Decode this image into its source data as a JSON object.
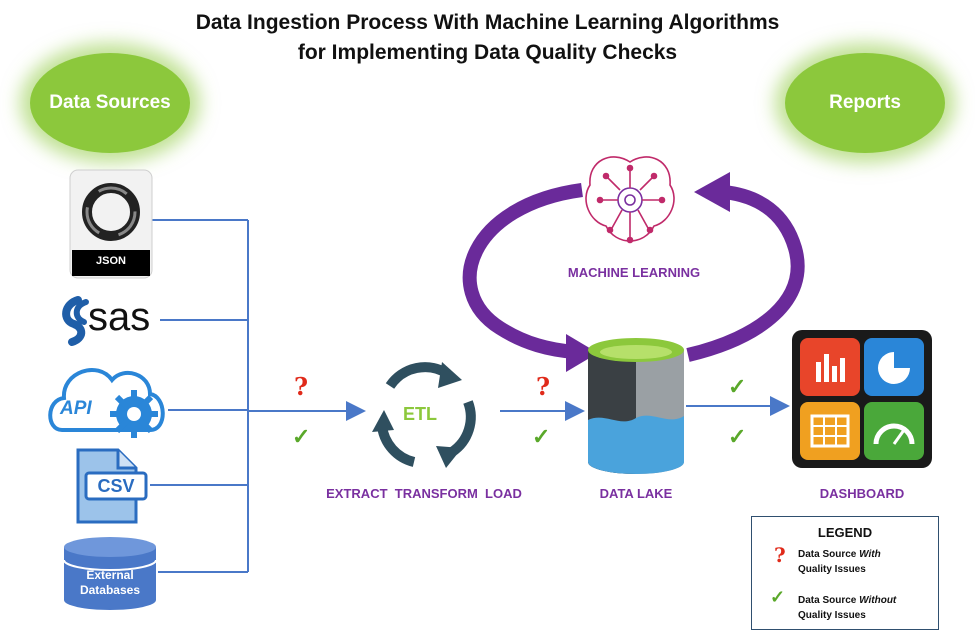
{
  "title": {
    "line1": "Data Ingestion Process With Machine Learning Algorithms",
    "line2": "for Implementing Data Quality Checks"
  },
  "bubbles": {
    "left": "Data Sources",
    "right": "Reports"
  },
  "sources": {
    "json_label": "JSON",
    "sas_label": "sas",
    "api_label": "API",
    "csv_label": "CSV",
    "db_line1": "External",
    "db_line2": "Databases"
  },
  "stages": {
    "etl_icon_text": "ETL",
    "etl_label": "EXTRACT  TRANSFORM  LOAD",
    "ml_label": "MACHINE LEARNING",
    "lake_label": "DATA LAKE",
    "dashboard_label": "DASHBOARD"
  },
  "marks": {
    "question": "?",
    "check": "✓"
  },
  "legend": {
    "title": "LEGEND",
    "with_a": "Data Source ",
    "with_b": "With",
    "with_c": "Quality Issues",
    "without_a": "Data Source ",
    "without_b": "Without",
    "without_c": "Quality Issues"
  },
  "colors": {
    "bubble": "#8cc83c",
    "connector": "#4a78c8",
    "purple": "#6a2a9a",
    "label_purple": "#7a30a0",
    "question": "#e02a1a",
    "check": "#5aa82a"
  }
}
